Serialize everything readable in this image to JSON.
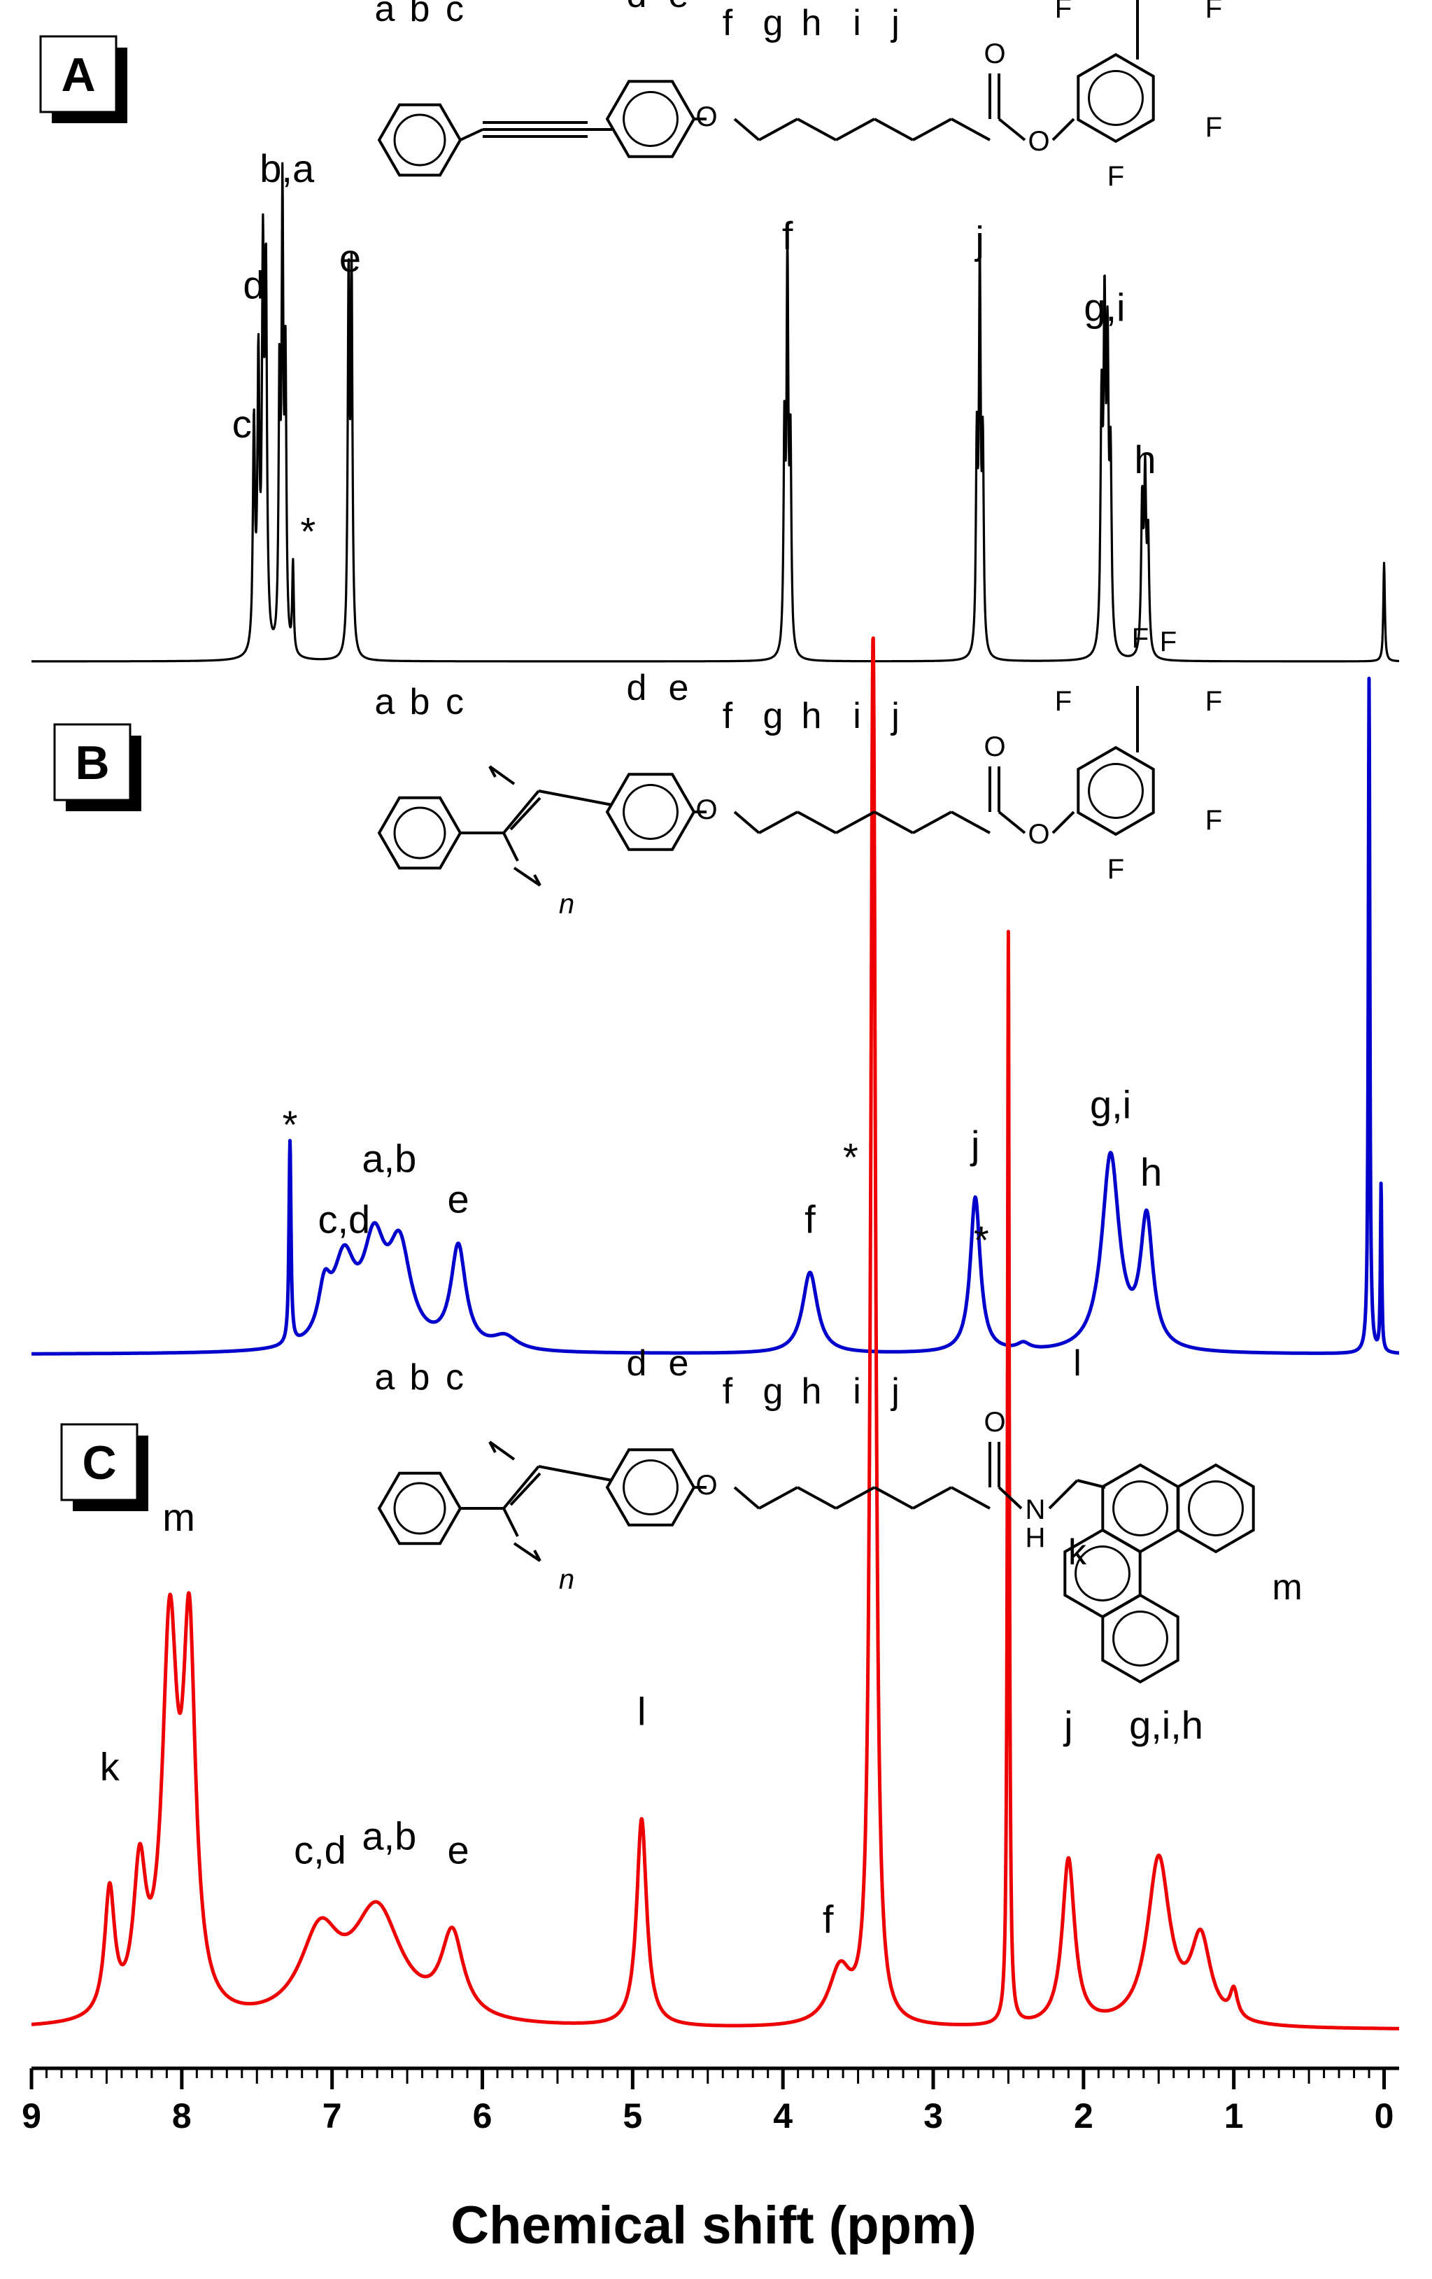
{
  "chart_data": {
    "type": "line",
    "xlabel": "Chemical shift (ppm)",
    "xlim": [
      9.0,
      -0.1
    ],
    "x_reversed": true,
    "x_ticks": [
      "9",
      "8",
      "7",
      "6",
      "5",
      "4",
      "3",
      "2",
      "1",
      "0"
    ],
    "panels": [
      {
        "id": "A",
        "color": "#000000",
        "structure_letters": [
          "a",
          "b",
          "c",
          "d",
          "e",
          "f",
          "g",
          "h",
          "i",
          "j"
        ],
        "atom_labels": [
          "O",
          "O",
          "O",
          "F",
          "F",
          "F",
          "F",
          "F"
        ],
        "peaks": [
          {
            "x": 7.52,
            "h": 0.5,
            "w": 0.008
          },
          {
            "x": 7.49,
            "h": 0.62,
            "w": 0.008
          },
          {
            "x": 7.46,
            "h": 0.83,
            "w": 0.008
          },
          {
            "x": 7.44,
            "h": 0.8,
            "w": 0.008
          },
          {
            "x": 7.35,
            "h": 0.58,
            "w": 0.007
          },
          {
            "x": 7.33,
            "h": 0.97,
            "w": 0.007
          },
          {
            "x": 7.31,
            "h": 0.62,
            "w": 0.007
          },
          {
            "x": 7.26,
            "h": 0.2,
            "w": 0.006
          },
          {
            "x": 6.89,
            "h": 0.82,
            "w": 0.007
          },
          {
            "x": 6.87,
            "h": 0.82,
            "w": 0.007
          },
          {
            "x": 3.99,
            "h": 0.48,
            "w": 0.007
          },
          {
            "x": 3.97,
            "h": 0.86,
            "w": 0.007
          },
          {
            "x": 3.95,
            "h": 0.45,
            "w": 0.007
          },
          {
            "x": 2.71,
            "h": 0.45,
            "w": 0.007
          },
          {
            "x": 2.69,
            "h": 0.84,
            "w": 0.007
          },
          {
            "x": 2.67,
            "h": 0.44,
            "w": 0.007
          },
          {
            "x": 1.88,
            "h": 0.52,
            "w": 0.008
          },
          {
            "x": 1.86,
            "h": 0.7,
            "w": 0.008
          },
          {
            "x": 1.84,
            "h": 0.62,
            "w": 0.008
          },
          {
            "x": 1.82,
            "h": 0.4,
            "w": 0.008
          },
          {
            "x": 1.61,
            "h": 0.33,
            "w": 0.008
          },
          {
            "x": 1.59,
            "h": 0.38,
            "w": 0.008
          },
          {
            "x": 1.57,
            "h": 0.25,
            "w": 0.008
          },
          {
            "x": 0.0,
            "h": 0.22,
            "w": 0.006
          }
        ],
        "annotations": [
          {
            "text": "c",
            "x": 7.6,
            "y": 0.5
          },
          {
            "text": "d",
            "x": 7.52,
            "y": 0.81
          },
          {
            "text": "b,a",
            "x": 7.3,
            "y": 1.07
          },
          {
            "text": "*",
            "x": 7.16,
            "y": 0.26
          },
          {
            "text": "e",
            "x": 6.88,
            "y": 0.87
          },
          {
            "text": "f",
            "x": 3.97,
            "y": 0.92
          },
          {
            "text": "j",
            "x": 2.69,
            "y": 0.91
          },
          {
            "text": "g,i",
            "x": 1.86,
            "y": 0.76
          },
          {
            "text": "h",
            "x": 1.59,
            "y": 0.42
          }
        ]
      },
      {
        "id": "B",
        "color": "#0000cc",
        "structure_letters": [
          "a",
          "b",
          "c",
          "d",
          "e",
          "f",
          "g",
          "h",
          "i",
          "j"
        ],
        "atom_labels": [
          "O",
          "O",
          "O",
          "F",
          "F",
          "F",
          "F",
          "F"
        ],
        "polymer_subscript": "n",
        "peaks": [
          {
            "x": 7.28,
            "h": 0.3,
            "w": 0.008
          },
          {
            "x": 7.05,
            "h": 0.07,
            "w": 0.05
          },
          {
            "x": 6.92,
            "h": 0.12,
            "w": 0.09
          },
          {
            "x": 6.72,
            "h": 0.14,
            "w": 0.09
          },
          {
            "x": 6.55,
            "h": 0.14,
            "w": 0.09
          },
          {
            "x": 6.16,
            "h": 0.15,
            "w": 0.06
          },
          {
            "x": 5.85,
            "h": 0.02,
            "w": 0.1
          },
          {
            "x": 3.82,
            "h": 0.12,
            "w": 0.06
          },
          {
            "x": 2.72,
            "h": 0.23,
            "w": 0.04
          },
          {
            "x": 2.4,
            "h": 0.01,
            "w": 0.05
          },
          {
            "x": 1.82,
            "h": 0.29,
            "w": 0.07
          },
          {
            "x": 1.58,
            "h": 0.19,
            "w": 0.05
          },
          {
            "x": 0.1,
            "h": 1.0,
            "w": 0.006
          },
          {
            "x": 0.02,
            "h": 0.25,
            "w": 0.005
          }
        ],
        "annotations": [
          {
            "text": "*",
            "x": 7.28,
            "y": 0.32
          },
          {
            "text": "a,b",
            "x": 6.62,
            "y": 0.27
          },
          {
            "text": "c,d",
            "x": 6.92,
            "y": 0.18
          },
          {
            "text": "e",
            "x": 6.16,
            "y": 0.21
          },
          {
            "text": "f",
            "x": 3.82,
            "y": 0.18
          },
          {
            "text": "j",
            "x": 2.72,
            "y": 0.29
          },
          {
            "text": "g,i",
            "x": 1.82,
            "y": 0.35
          },
          {
            "text": "h",
            "x": 1.55,
            "y": 0.25
          }
        ]
      },
      {
        "id": "C",
        "color": "#ee0000",
        "structure_letters": [
          "a",
          "b",
          "c",
          "d",
          "e",
          "f",
          "g",
          "h",
          "i",
          "j",
          "l",
          "k",
          "m"
        ],
        "atom_labels": [
          "O",
          "O",
          "N",
          "H"
        ],
        "polymer_subscript": "n",
        "peaks": [
          {
            "x": 8.48,
            "h": 0.09,
            "w": 0.04
          },
          {
            "x": 8.28,
            "h": 0.1,
            "w": 0.05
          },
          {
            "x": 8.08,
            "h": 0.27,
            "w": 0.06
          },
          {
            "x": 7.95,
            "h": 0.26,
            "w": 0.05
          },
          {
            "x": 7.08,
            "h": 0.06,
            "w": 0.16
          },
          {
            "x": 6.7,
            "h": 0.08,
            "w": 0.2
          },
          {
            "x": 6.2,
            "h": 0.06,
            "w": 0.09
          },
          {
            "x": 4.94,
            "h": 0.15,
            "w": 0.04
          },
          {
            "x": 3.62,
            "h": 0.04,
            "w": 0.09
          },
          {
            "x": 3.4,
            "h": 1.0,
            "w": 0.02
          },
          {
            "x": 2.5,
            "h": 0.79,
            "w": 0.007
          },
          {
            "x": 2.1,
            "h": 0.12,
            "w": 0.05
          },
          {
            "x": 1.5,
            "h": 0.12,
            "w": 0.09
          },
          {
            "x": 1.22,
            "h": 0.06,
            "w": 0.08
          },
          {
            "x": 1.0,
            "h": 0.02,
            "w": 0.03
          }
        ],
        "annotations": [
          {
            "text": "k",
            "x": 8.48,
            "y": 0.18
          },
          {
            "text": "m",
            "x": 8.02,
            "y": 0.36
          },
          {
            "text": "c,d",
            "x": 7.08,
            "y": 0.12
          },
          {
            "text": "a,b",
            "x": 6.62,
            "y": 0.13
          },
          {
            "text": "e",
            "x": 6.16,
            "y": 0.12
          },
          {
            "text": "l",
            "x": 4.94,
            "y": 0.22
          },
          {
            "text": "f",
            "x": 3.7,
            "y": 0.07
          },
          {
            "text": "*",
            "x": 3.55,
            "y": 0.62
          },
          {
            "text": "*",
            "x": 2.68,
            "y": 0.56
          },
          {
            "text": "j",
            "x": 2.1,
            "y": 0.21
          },
          {
            "text": "g,i,h",
            "x": 1.45,
            "y": 0.21
          }
        ]
      }
    ]
  }
}
